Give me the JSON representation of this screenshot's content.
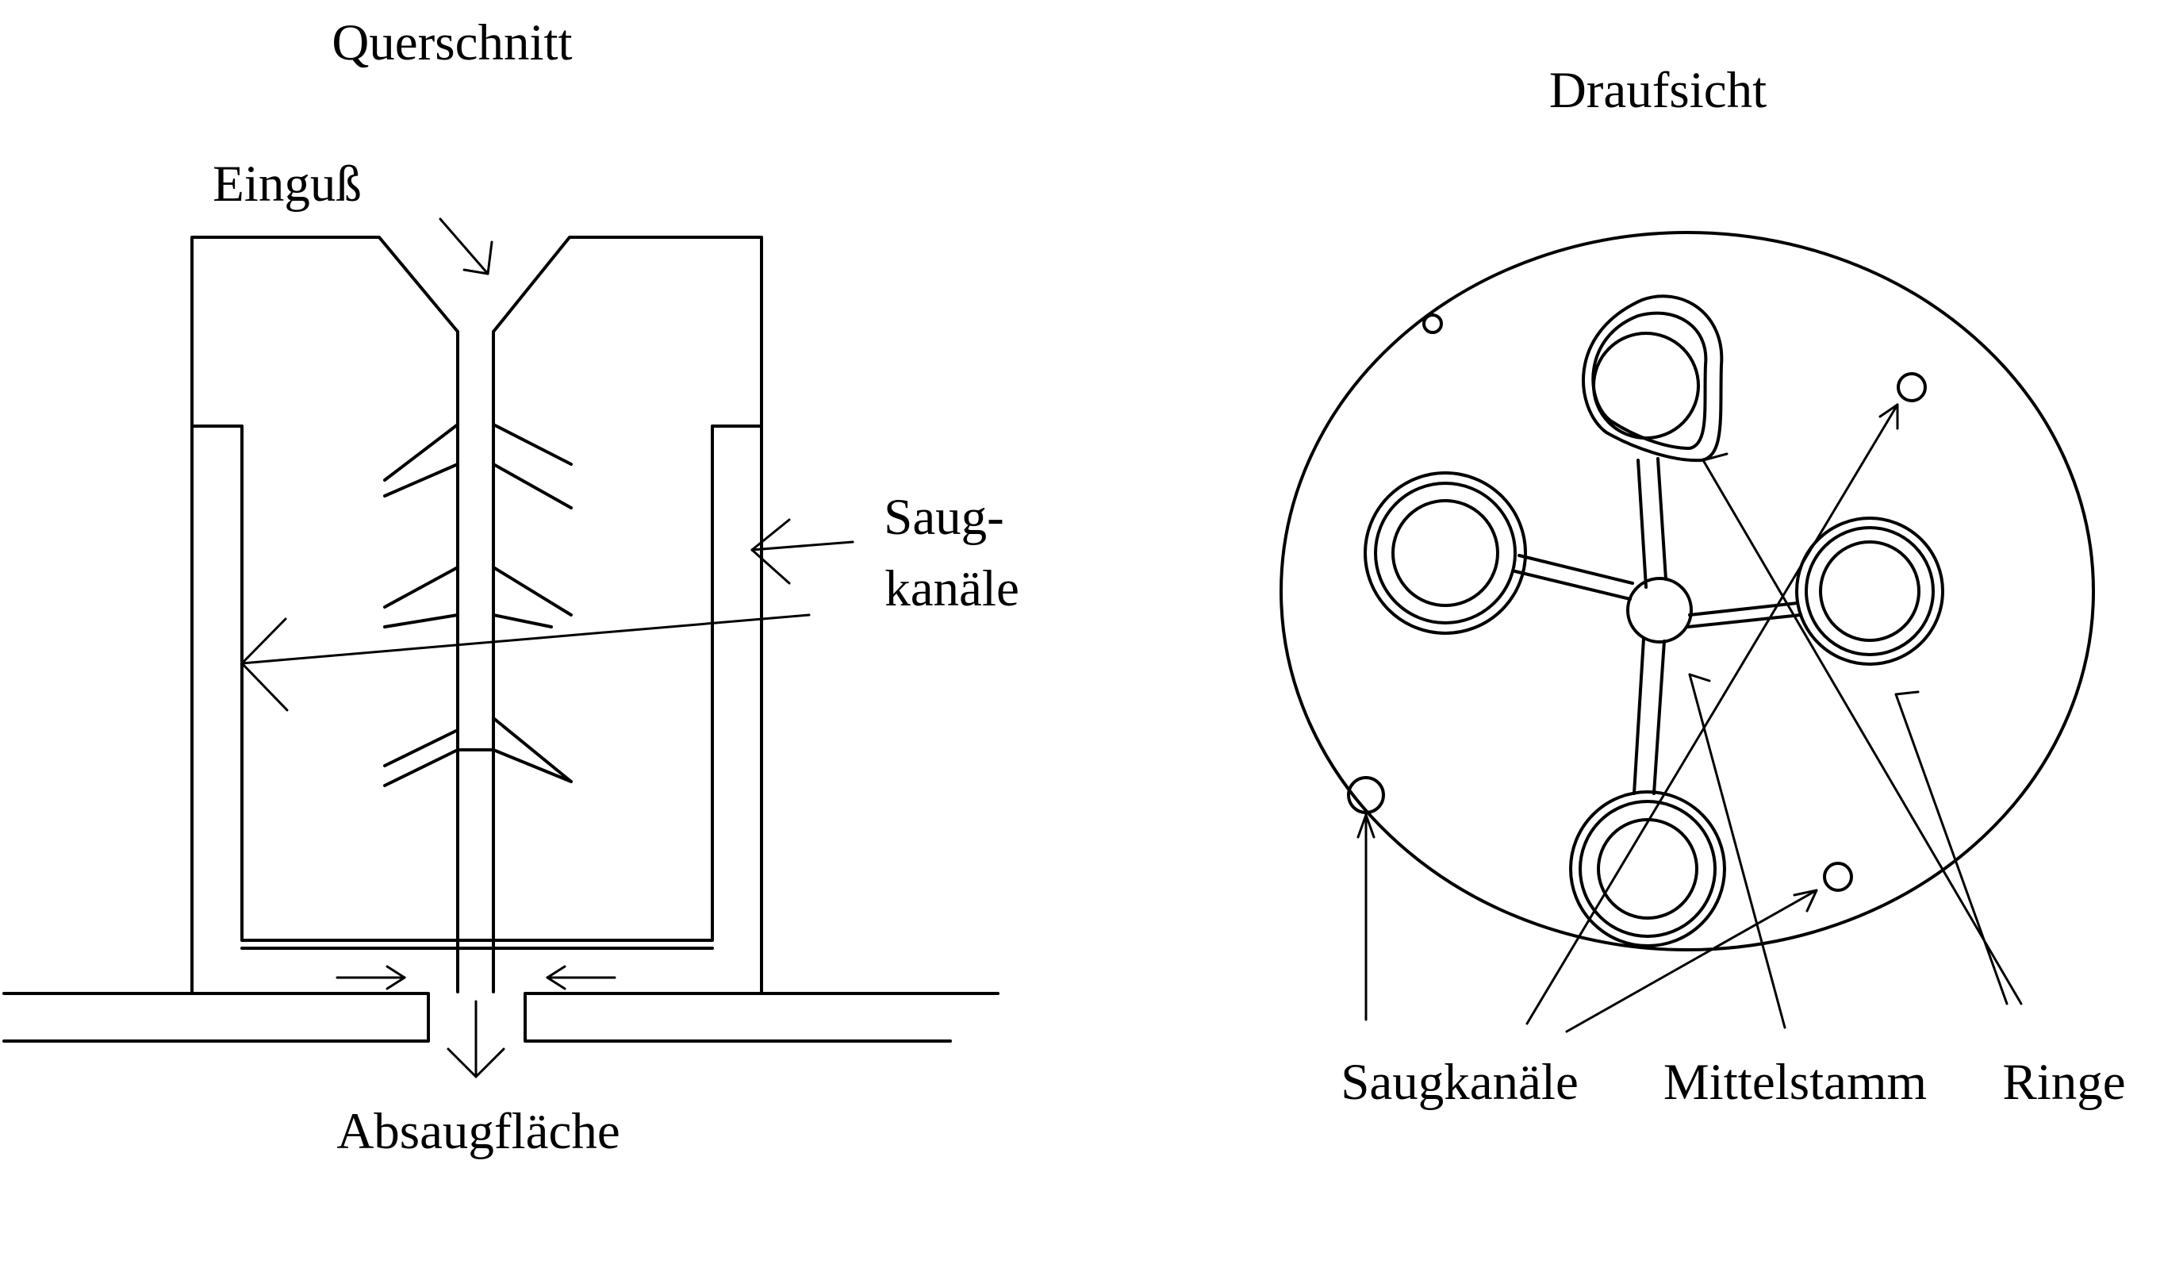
{
  "cross_section": {
    "title": "Querschnitt",
    "inlet_label": "Einguß",
    "suction_label_line1": "Saug-",
    "suction_label_line2": "kanäle",
    "bottom_label": "Absaugfläche"
  },
  "top_view": {
    "title": "Draufsicht",
    "label_suction": "Saugkanäle",
    "label_stem": "Mittelstamm",
    "label_rings": "Ringe"
  }
}
